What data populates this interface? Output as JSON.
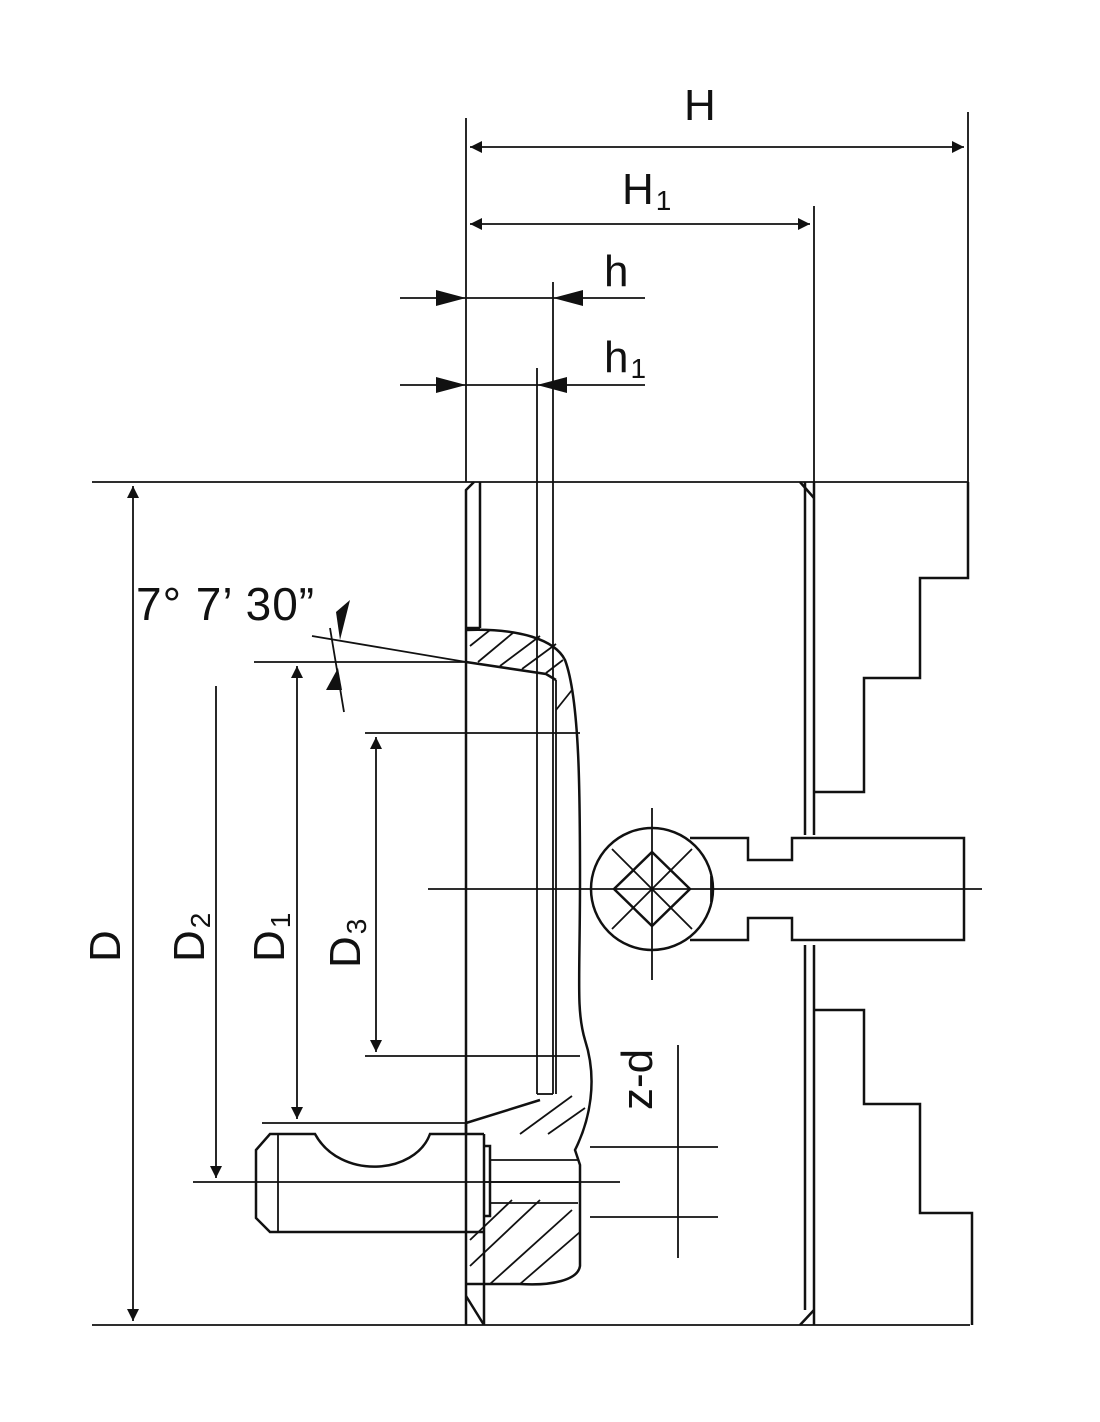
{
  "dimensions": {
    "H": {
      "label": "H"
    },
    "H1": {
      "label": "H",
      "subscript": "1"
    },
    "h": {
      "label": "h"
    },
    "h1": {
      "label": "h",
      "subscript": "1"
    },
    "D": {
      "label": "D"
    },
    "D1": {
      "label": "D",
      "subscript": "1"
    },
    "D2": {
      "label": "D",
      "subscript": "2"
    },
    "D3": {
      "label": "D",
      "subscript": "3"
    },
    "zd": {
      "label": "z-d"
    }
  },
  "angle": {
    "text": "7° 7’ 30”"
  },
  "colors": {
    "line": "#111111",
    "background": "#ffffff"
  }
}
